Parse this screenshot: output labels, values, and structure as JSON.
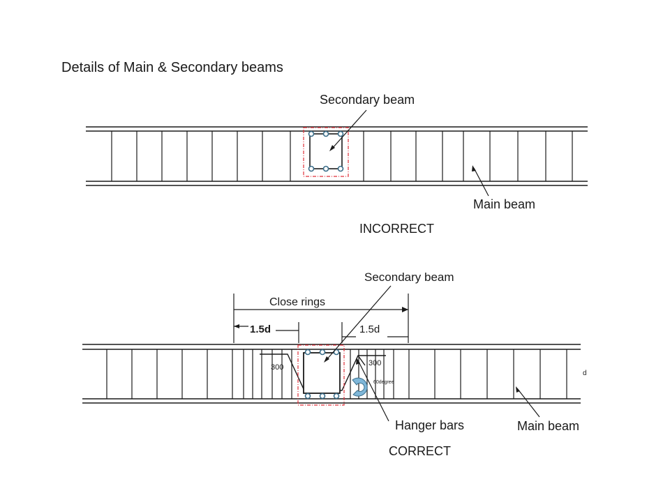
{
  "title": "Details of Main & Secondary beams",
  "top_diagram": {
    "secondary_label": "Secondary beam",
    "main_label": "Main beam",
    "verdict": "INCORRECT"
  },
  "bottom_diagram": {
    "secondary_label": "Secondary beam",
    "close_rings_label": "Close rings",
    "left_dim": "1.5d",
    "right_dim": "1.5d",
    "left_300": "300",
    "right_300": "300",
    "angle_label": "60degree",
    "d_label": "d",
    "hanger_label": "Hanger bars",
    "main_label": "Main beam",
    "verdict": "CORRECT"
  },
  "colors": {
    "line": "#1a1a1a",
    "dash": "#e0313a",
    "bar": "#3b6e8a",
    "hook": "#7fb7d9"
  }
}
